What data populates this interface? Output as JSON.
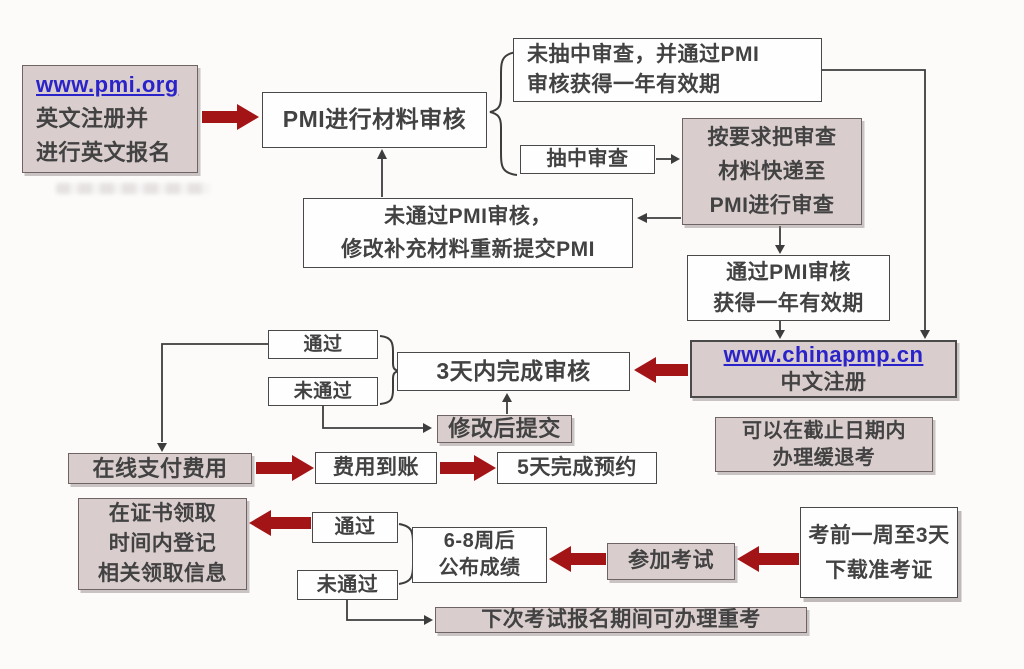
{
  "flowchart": {
    "colors": {
      "page_bg": "#fcfbfa",
      "box_pink": "#d9cdcd",
      "box_white": "#fefefe",
      "border": "#494949",
      "line": "#3d3d3d",
      "arrow_red": "#a31416",
      "link_blue": "#2a23c9",
      "text": "#424242"
    },
    "nodes": {
      "pmi_site": {
        "link": "www.pmi.org",
        "lines": [
          "英文注册并",
          "进行英文报名"
        ]
      },
      "pmi_review": {
        "label": "PMI进行材料审核"
      },
      "not_selected": {
        "lines": [
          "未抽中审查，并通过PMI",
          "审核获得一年有效期"
        ]
      },
      "selected": {
        "label": "抽中审查"
      },
      "send_materials": {
        "lines": [
          "按要求把审查",
          "材料快递至",
          "PMI进行审查"
        ]
      },
      "fail_pmi": {
        "lines": [
          "未通过PMI审核，",
          "修改补充材料重新提交PMI"
        ]
      },
      "pass_pmi": {
        "lines": [
          "通过PMI审核",
          "获得一年有效期"
        ]
      },
      "chinapmp": {
        "link": "www.chinapmp.cn",
        "lines": [
          "中文注册"
        ]
      },
      "defer": {
        "lines": [
          "可以在截止日期内",
          "办理缓退考"
        ]
      },
      "pass_mid": {
        "label": "通过"
      },
      "fail_mid": {
        "label": "未通过"
      },
      "review_3days": {
        "label": "3天内完成审核"
      },
      "resubmit": {
        "label": "修改后提交"
      },
      "pay_online": {
        "label": "在线支付费用"
      },
      "fee_arrived": {
        "label": "费用到账"
      },
      "book_5days": {
        "label": "5天完成预约"
      },
      "cert_register": {
        "lines": [
          "在证书领取",
          "时间内登记",
          "相关领取信息"
        ]
      },
      "pass_bottom": {
        "label": "通过"
      },
      "fail_bottom": {
        "label": "未通过"
      },
      "results": {
        "lines": [
          "6-8周后",
          "公布成绩"
        ]
      },
      "take_exam": {
        "label": "参加考试"
      },
      "admission": {
        "lines": [
          "考前一周至3天",
          "下载准考证"
        ]
      },
      "retake": {
        "label": "下次考试报名期间可办理重考"
      }
    }
  }
}
